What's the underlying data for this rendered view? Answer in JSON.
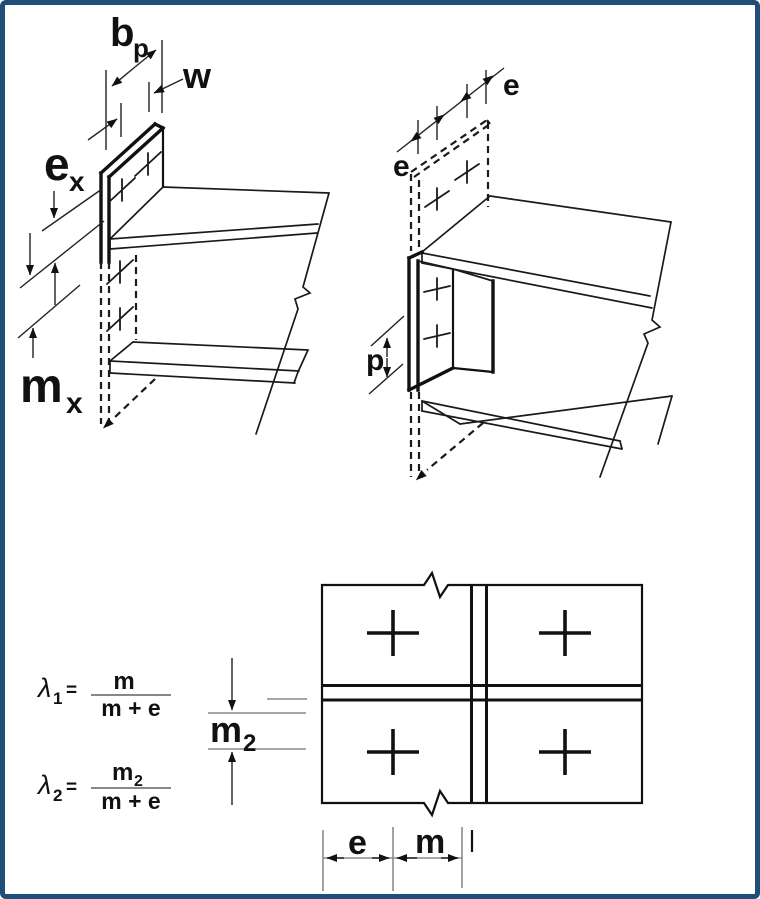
{
  "colors": {
    "line": "#1a1a1a",
    "frame_border": "#1f4e79",
    "background": "#ffffff",
    "extension_line": "#8a8a8a"
  },
  "top_left": {
    "bp": {
      "main": "b",
      "sub": "p"
    },
    "w": "w",
    "ex": {
      "main": "e",
      "sub": "x"
    },
    "mx": {
      "main": "m",
      "sub": "x"
    }
  },
  "top_right": {
    "e_left": "e",
    "e_right": "e",
    "p": "p"
  },
  "bottom": {
    "lambda1": {
      "symbol": "λ",
      "sub": "1",
      "equals": "=",
      "numerator": "m",
      "denominator": "m + e"
    },
    "lambda2": {
      "symbol": "λ",
      "sub": "2",
      "equals": "=",
      "numerator_main": "m",
      "numerator_sub": "2",
      "denominator": "m + e"
    },
    "m2": {
      "main": "m",
      "sub": "2"
    },
    "e": "e",
    "m": "m"
  }
}
